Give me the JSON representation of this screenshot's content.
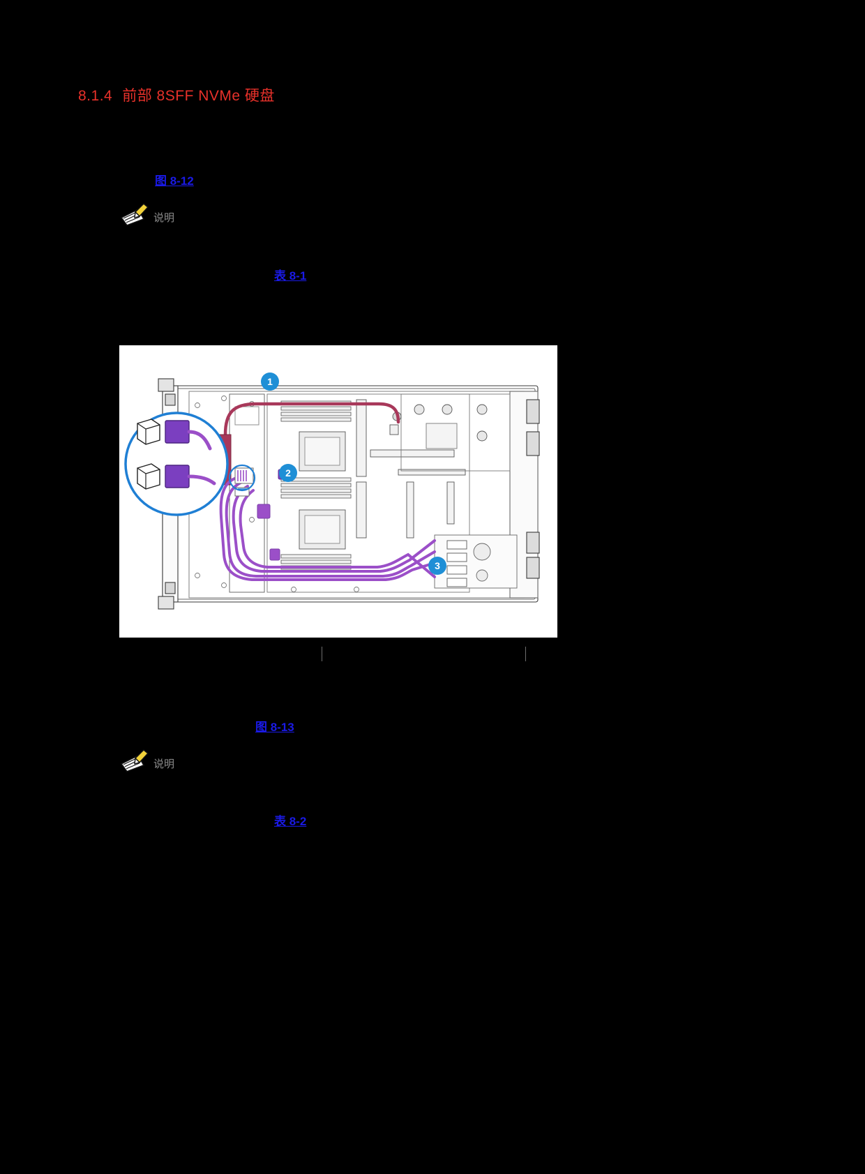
{
  "page": {
    "background_color": "#000000",
    "heading": {
      "number": "8.1.4",
      "title": "前部 8SFF NVMe 硬盘"
    },
    "xrefs": [
      {
        "id": "fig-8-12",
        "label": "图 8-12",
        "color": "#1a1ae6"
      },
      {
        "id": "tab-8-1",
        "label": "表 8-1",
        "color": "#1a1ae6"
      },
      {
        "id": "fig-8-13",
        "label": "图 8-13",
        "color": "#1a1ae6"
      },
      {
        "id": "tab-8-2",
        "label": "表 8-2",
        "color": "#1a1ae6"
      }
    ],
    "notes": [
      {
        "id": "note-1",
        "icon": "note-pencil-icon",
        "label": "说明"
      },
      {
        "id": "note-2",
        "icon": "note-pencil-icon",
        "label": "说明"
      }
    ],
    "figure": {
      "name": "server-cabling-diagram",
      "background": "#ffffff",
      "callouts": [
        {
          "number": "1",
          "color": "#1f8fd6"
        },
        {
          "number": "2",
          "color": "#1f8fd6"
        },
        {
          "number": "3",
          "color": "#1f8fd6"
        }
      ],
      "cable_colors": {
        "cable_1": "#b03a5b",
        "cable_bundle": "#9b4fc8",
        "connector": "#7b3fc0",
        "highlight_circle": "#1f7fd4"
      }
    }
  }
}
